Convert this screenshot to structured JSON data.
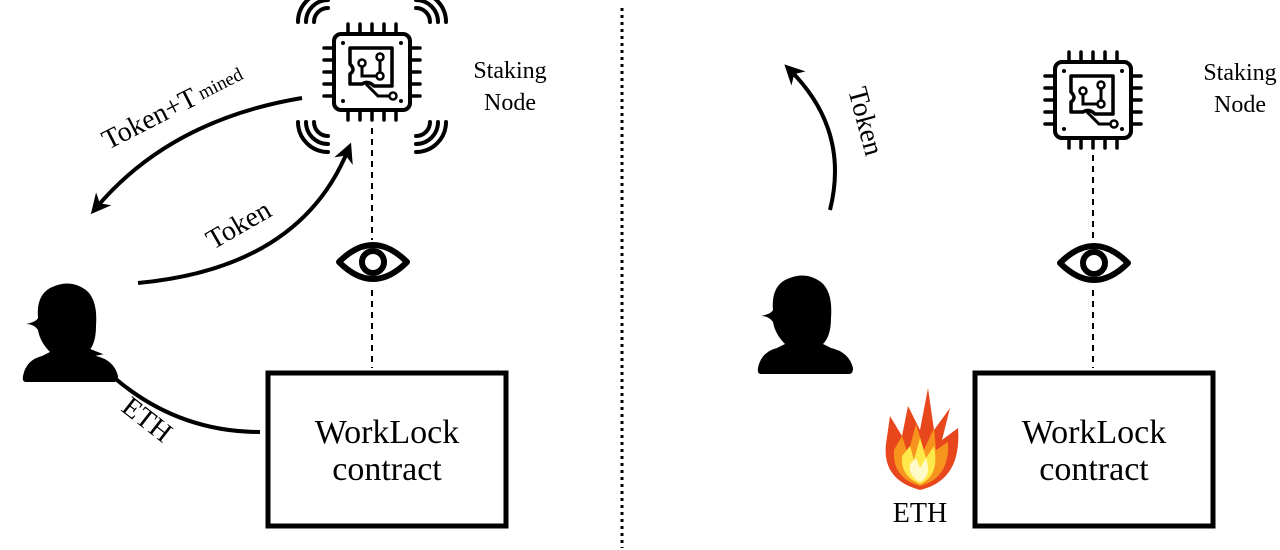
{
  "panels": [
    {
      "id": "left",
      "staking_node_label": [
        "Staking",
        "Node"
      ],
      "contract_label": [
        "WorkLock",
        "contract"
      ],
      "node_active": true,
      "arrows": [
        {
          "id": "node-to-user",
          "label": "Token+T",
          "subscript": "mined"
        },
        {
          "id": "user-to-node",
          "label": "Token"
        },
        {
          "id": "contract-to-user",
          "label": "ETH"
        }
      ]
    },
    {
      "id": "right",
      "staking_node_label": [
        "Staking",
        "Node"
      ],
      "contract_label": [
        "WorkLock",
        "contract"
      ],
      "node_active": false,
      "arrows": [
        {
          "id": "user-out",
          "label": "Token"
        }
      ],
      "burn_label": "ETH"
    }
  ],
  "icons": {
    "node": "chip-icon",
    "observer": "eye-icon",
    "user": "user-silhouette-icon",
    "burn": "fire-icon"
  },
  "colors": {
    "ink": "#000000",
    "fire_outer": "#e8461c",
    "fire_mid": "#f7941d",
    "fire_inner": "#ffe94a",
    "fire_core": "#fffbc8"
  }
}
